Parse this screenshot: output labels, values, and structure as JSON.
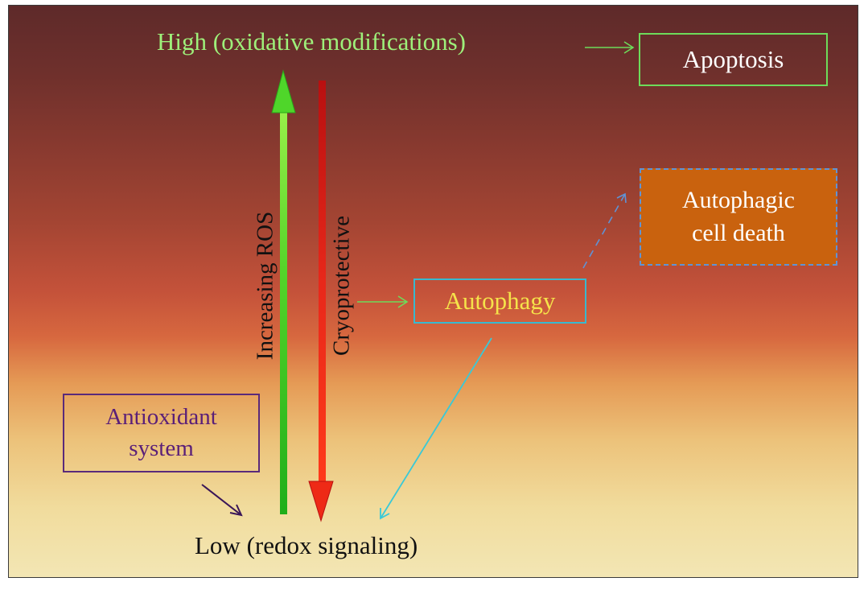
{
  "levels": {
    "high": "High (oxidative modifications)",
    "low": "Low (redox signaling)"
  },
  "axes": {
    "increasing": "Increasing ROS",
    "protective": "Cryoprotective"
  },
  "boxes": {
    "apoptosis": "Apoptosis",
    "autophagic_cell_death": "Autophagic\ncell death",
    "autophagy": "Autophagy",
    "antioxidant_system": "Antioxidant\nsystem"
  },
  "colors": {
    "high_text": "#9ef07a",
    "up_arrow": "#3ecf22",
    "down_arrow": "#e01818",
    "autophagy_border": "#38b9cf",
    "autophagic_death_fill": "#c9620e",
    "antioxidant_text": "#5a1f78"
  }
}
